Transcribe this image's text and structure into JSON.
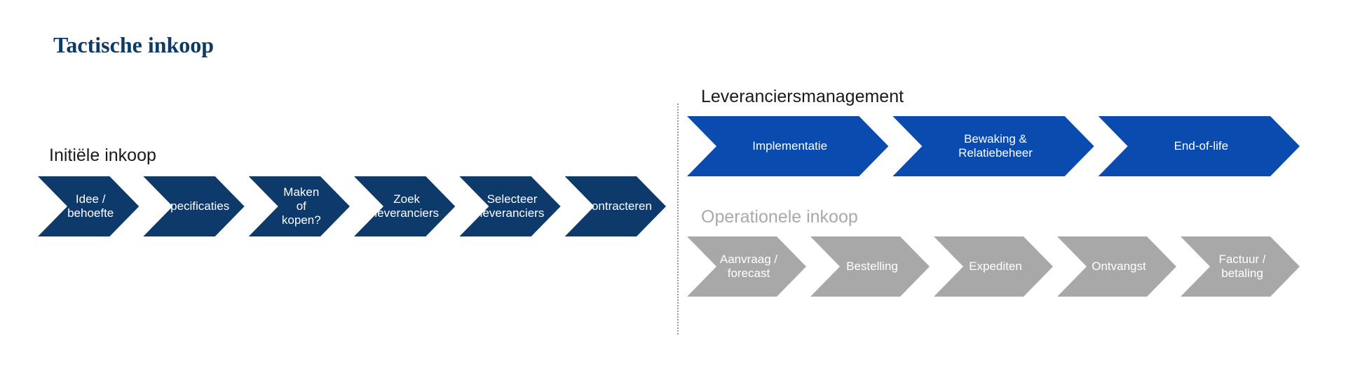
{
  "title": "Tactische inkoop",
  "colors": {
    "initial": "#0d3a6b",
    "leverancier": "#0a4bb0",
    "operationeel": "#a8a8a8",
    "title": "#0d3a66"
  },
  "initial": {
    "label": "Initiële inkoop",
    "steps": [
      {
        "label": "Idee /\nbehoefte"
      },
      {
        "label": "Specificaties"
      },
      {
        "label": "Maken of\nkopen?"
      },
      {
        "label": "Zoek\nleveranciers"
      },
      {
        "label": "Selecteer\nleveranciers"
      },
      {
        "label": "Contracteren"
      }
    ]
  },
  "leverancier": {
    "label": "Leveranciersmanagement",
    "steps": [
      {
        "label": "Implementatie"
      },
      {
        "label": "Bewaking &\nRelatiebeheer"
      },
      {
        "label": "End-of-life"
      }
    ]
  },
  "operationeel": {
    "label": "Operationele inkoop",
    "steps": [
      {
        "label": "Aanvraag /\nforecast"
      },
      {
        "label": "Bestelling"
      },
      {
        "label": "Expediten"
      },
      {
        "label": "Ontvangst"
      },
      {
        "label": "Factuur /\nbetaling"
      }
    ]
  }
}
